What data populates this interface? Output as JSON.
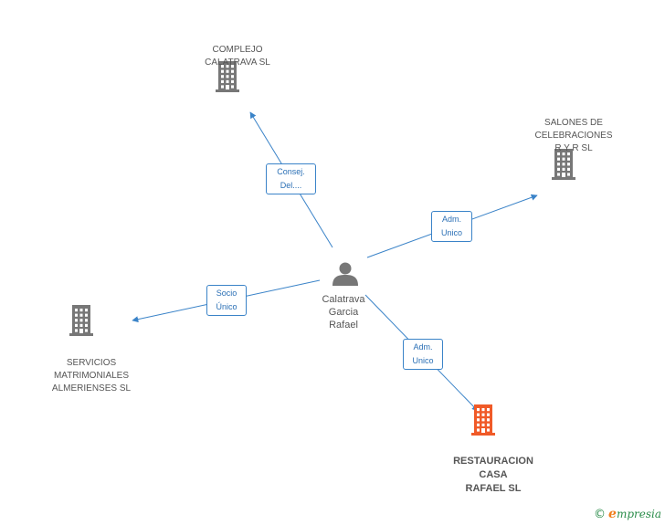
{
  "colors": {
    "edge": "#3a83c8",
    "company_icon": "#777777",
    "company_icon_highlight": "#f05a28",
    "person_icon": "#777777"
  },
  "center": {
    "lines": [
      "Calatrava",
      "Garcia",
      "Rafael"
    ],
    "icon": "person-icon"
  },
  "companies": [
    {
      "id": "complejo",
      "lines": [
        "COMPLEJO",
        "CALATRAVA SL"
      ],
      "icon": "building-icon",
      "highlight": false
    },
    {
      "id": "salones",
      "lines": [
        "SALONES DE",
        "CELEBRACIONES",
        "R Y R SL"
      ],
      "icon": "building-icon",
      "highlight": false
    },
    {
      "id": "servicios",
      "lines": [
        "SERVICIOS",
        "MATRIMONIALES",
        "ALMERIENSES SL"
      ],
      "icon": "building-icon",
      "highlight": false
    },
    {
      "id": "restauracion",
      "lines": [
        "RESTAURACION",
        "CASA",
        "RAFAEL SL"
      ],
      "icon": "building-icon",
      "highlight": true
    }
  ],
  "edges": [
    {
      "target": "complejo",
      "lines": [
        "Consej.",
        "Del...."
      ]
    },
    {
      "target": "salones",
      "lines": [
        "Adm.",
        "Unico"
      ]
    },
    {
      "target": "servicios",
      "lines": [
        "Socio",
        "Único"
      ]
    },
    {
      "target": "restauracion",
      "lines": [
        "Adm.",
        "Unico"
      ]
    }
  ],
  "brand": {
    "copyright": "©",
    "initial": "e",
    "name": "mpresia"
  }
}
